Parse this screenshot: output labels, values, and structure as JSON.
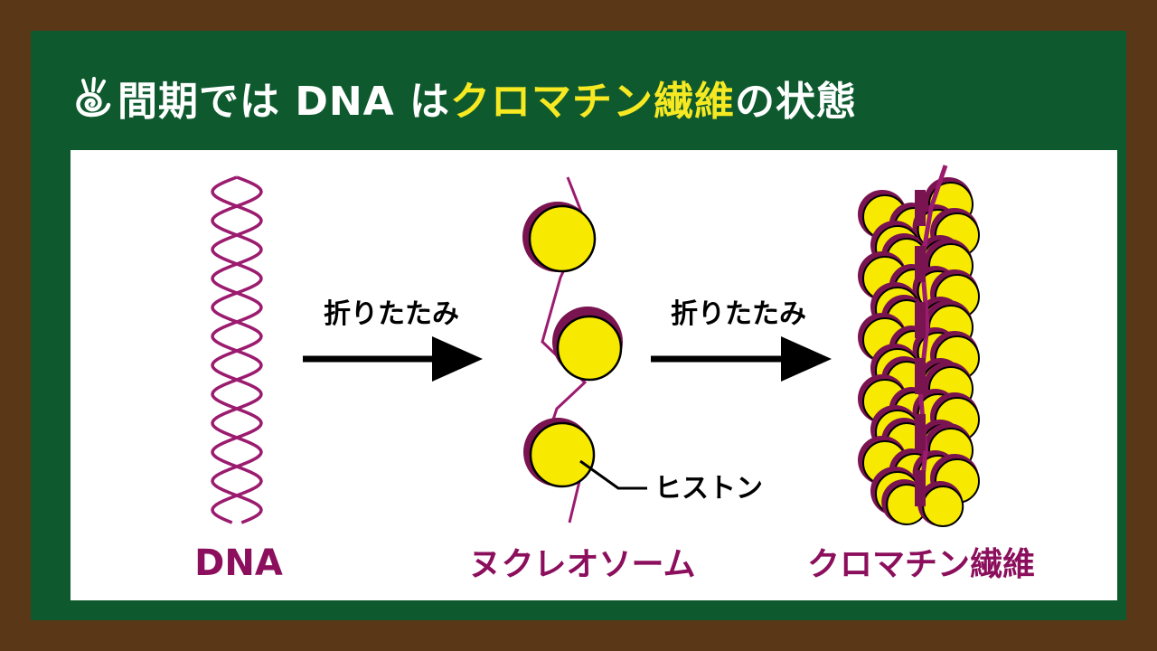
{
  "title": {
    "part1": "間期では DNA は",
    "highlight": "クロマチン繊維",
    "part2": "の状態"
  },
  "diagram": {
    "arrow1_label": "折りたたみ",
    "arrow2_label": "折りたたみ",
    "histone_label": "ヒストン",
    "caption_dna": "DNA",
    "caption_nucleosome": "ヌクレオソーム",
    "caption_chromatin": "クロマチン繊維"
  },
  "colors": {
    "board": "#0e5a2e",
    "frame": "#5a3716",
    "highlight": "#f6e922",
    "dna": "#9b1b6f",
    "histone_fill": "#f7ea00",
    "histone_edge": "#7a1450",
    "caption": "#8b0f5c"
  }
}
